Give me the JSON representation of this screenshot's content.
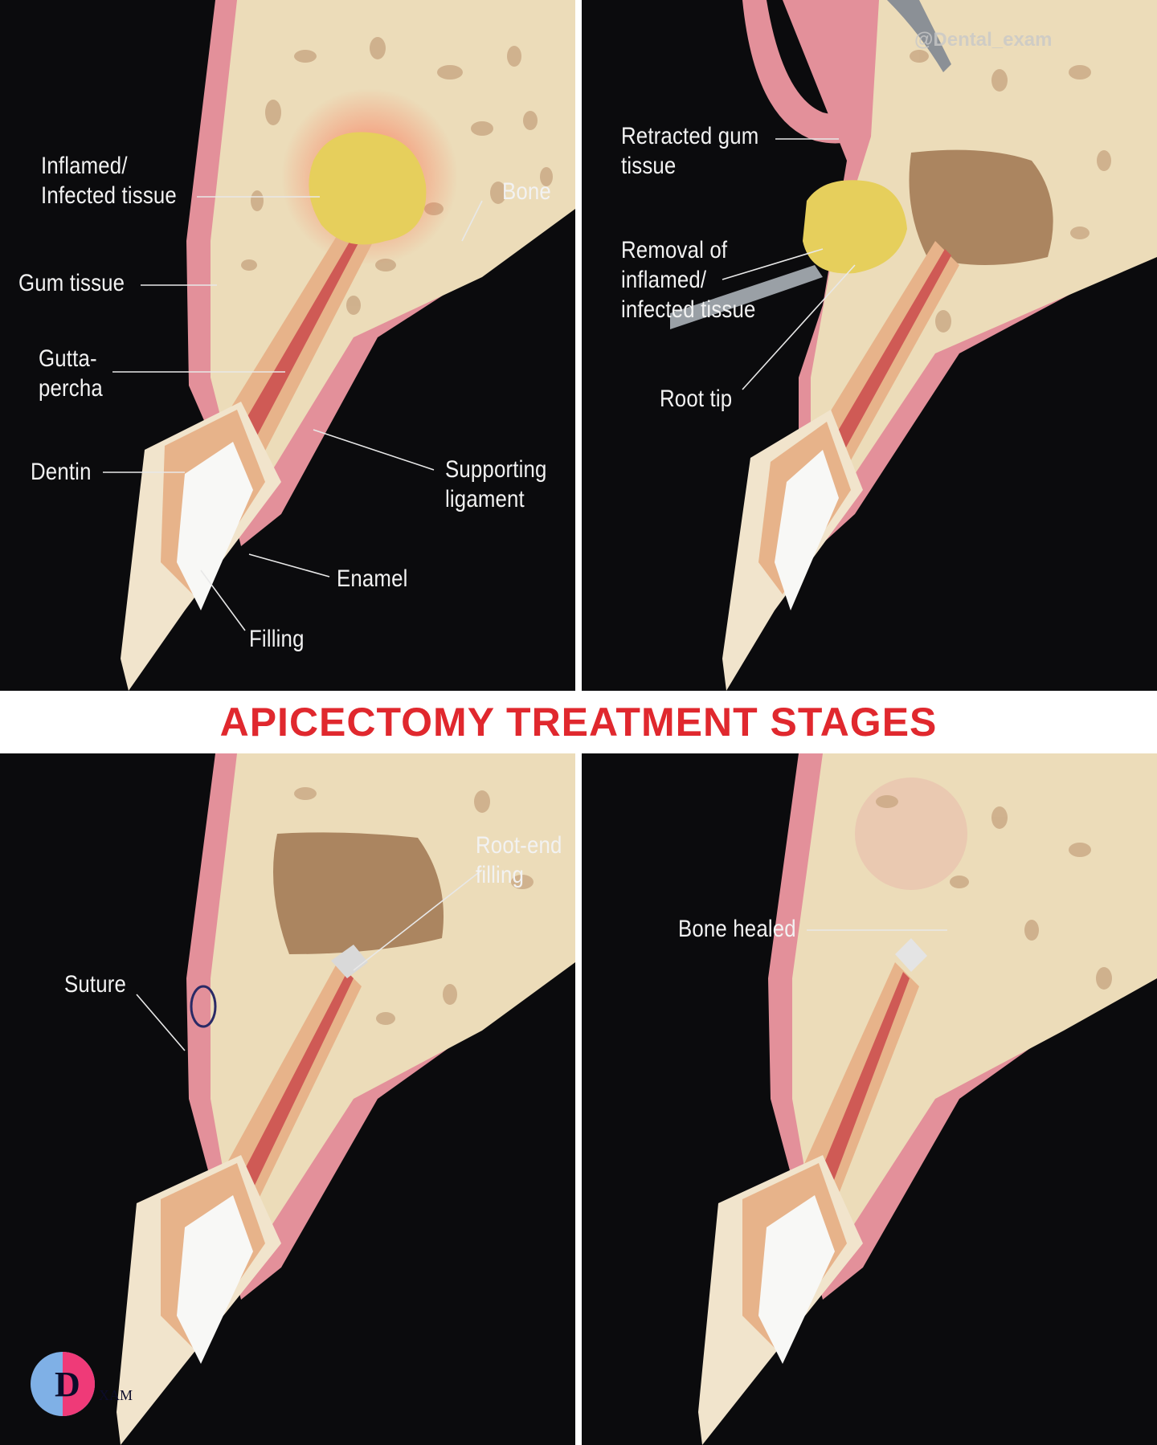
{
  "title": "APICECTOMY TREATMENT STAGES",
  "watermark": "@Dental_exam",
  "logo": {
    "icon": "dental-exam-logo-icon",
    "text": "XAM"
  },
  "colors": {
    "title": "#e0282e",
    "background": "#0b0b0d",
    "gum": "#e3909a",
    "bone": "#ecdcb9",
    "dentin": "#e7b38a",
    "gutta_percha": "#cf5a55",
    "enamel": "#f1e4cc",
    "infected_tissue": "#e6cf5c"
  },
  "panels": [
    {
      "id": "stage-1",
      "labels": [
        {
          "key": "inflamed",
          "lines": [
            "Inflamed/",
            "Infected tissue"
          ]
        },
        {
          "key": "bone",
          "lines": [
            "Bone"
          ]
        },
        {
          "key": "gum",
          "lines": [
            "Gum tissue"
          ]
        },
        {
          "key": "gutta",
          "lines": [
            "Gutta-",
            "percha"
          ]
        },
        {
          "key": "dentin",
          "lines": [
            "Dentin"
          ]
        },
        {
          "key": "ligament",
          "lines": [
            "Supporting",
            "ligament"
          ]
        },
        {
          "key": "enamel",
          "lines": [
            "Enamel"
          ]
        },
        {
          "key": "filling",
          "lines": [
            "Filling"
          ]
        }
      ]
    },
    {
      "id": "stage-2",
      "labels": [
        {
          "key": "retracted",
          "lines": [
            "Retracted gum",
            "tissue"
          ]
        },
        {
          "key": "removal",
          "lines": [
            "Removal of",
            "inflamed/",
            "infected tissue"
          ]
        },
        {
          "key": "roottip",
          "lines": [
            "Root tip"
          ]
        }
      ]
    },
    {
      "id": "stage-3",
      "labels": [
        {
          "key": "rootend",
          "lines": [
            "Root-end",
            "filling"
          ]
        },
        {
          "key": "suture",
          "lines": [
            "Suture"
          ]
        }
      ]
    },
    {
      "id": "stage-4",
      "labels": [
        {
          "key": "healed",
          "lines": [
            "Bone healed"
          ]
        }
      ]
    }
  ]
}
